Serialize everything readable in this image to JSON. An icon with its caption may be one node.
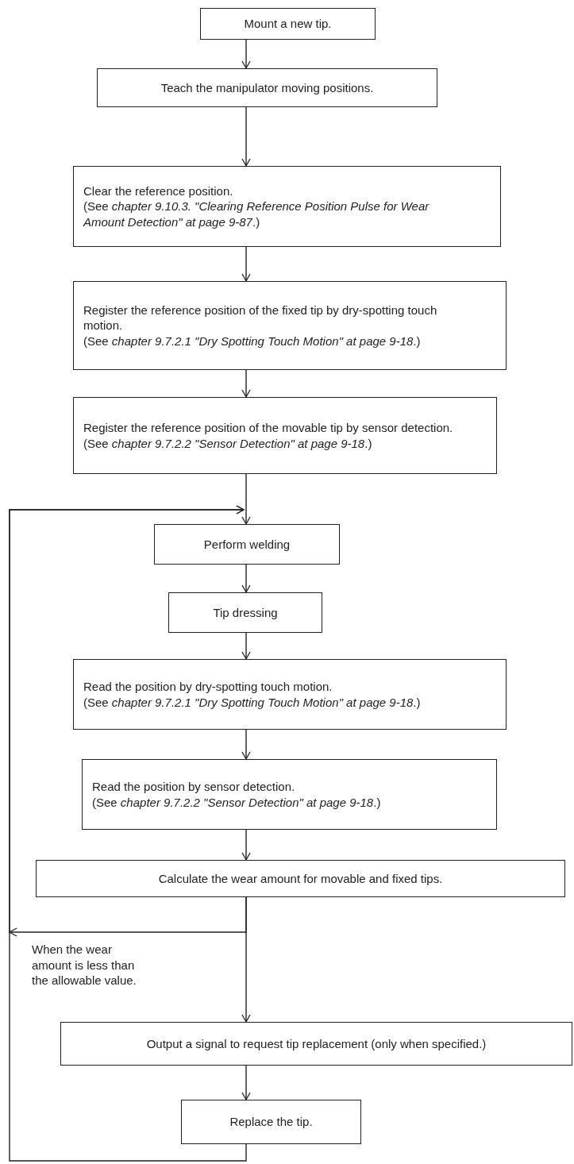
{
  "diagram": {
    "nodes": [
      {
        "text": [
          "Mount a new tip."
        ]
      },
      {
        "text": [
          "Teach the manipulator moving positions."
        ]
      },
      {
        "text": [
          "Clear the reference position.",
          "(See *chapter 9.10.3. \"Clearing Reference Position Pulse for Wear Amount Detection\" at page 9-87*.)"
        ]
      },
      {
        "text": [
          "Register the reference position of the fixed tip by dry-spotting touch motion.",
          "(See *chapter 9.7.2.1 \"Dry Spotting Touch Motion\" at page 9-18*.)"
        ]
      },
      {
        "text": [
          "Register the reference position of the movable tip by sensor detection.",
          "(See *chapter 9.7.2.2 \"Sensor Detection\" at page 9-18*.)"
        ]
      },
      {
        "text": [
          "Perform welding"
        ]
      },
      {
        "text": [
          "Tip dressing"
        ]
      },
      {
        "text": [
          "Read the position by dry-spotting touch motion.",
          "(See *chapter 9.7.2.1 \"Dry Spotting Touch Motion\" at page 9-18*.)"
        ]
      },
      {
        "text": [
          "Read the position by sensor detection.",
          "(See *chapter 9.7.2.2 \"Sensor Detection\" at page 9-18*.)"
        ]
      },
      {
        "text": [
          "Calculate the wear amount for movable and fixed tips."
        ]
      },
      {
        "text": [
          "Output a signal to request tip replacement (only when specified.)"
        ]
      },
      {
        "text": [
          "Replace the tip."
        ]
      }
    ],
    "edges": [
      {
        "from": 0,
        "to": 1,
        "arrow": "to"
      },
      {
        "from": 1,
        "to": 2,
        "arrow": "to"
      },
      {
        "from": 2,
        "to": 3,
        "arrow": "to"
      },
      {
        "from": 3,
        "to": 4,
        "arrow": "to"
      },
      {
        "from": 4,
        "to": 5,
        "arrow": "to"
      },
      {
        "from": 5,
        "to": 6,
        "arrow": "to"
      },
      {
        "from": 6,
        "to": 7,
        "arrow": "to"
      },
      {
        "from": 7,
        "to": 8,
        "arrow": "to"
      },
      {
        "from": 8,
        "to": 9,
        "arrow": "to"
      },
      {
        "from": 9,
        "to": 10,
        "arrow": "to"
      },
      {
        "from": 10,
        "to": 11,
        "arrow": "to"
      },
      {
        "from": 9,
        "to": 5,
        "arrow": "to",
        "label": "When the wear amount is less than the allowable value."
      },
      {
        "from": 11,
        "to": 5,
        "arrow": "to"
      }
    ]
  }
}
